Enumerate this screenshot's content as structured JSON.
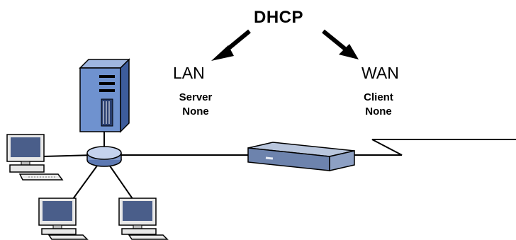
{
  "diagram": {
    "top_label": "DHCP",
    "lan": {
      "label": "LAN",
      "role": "Server",
      "status": "None"
    },
    "wan": {
      "label": "WAN",
      "role": "Client",
      "status": "None"
    }
  },
  "icons": {
    "server": "server-tower-icon",
    "hub": "network-hub-icon",
    "router": "router-device-icon",
    "computers": [
      "desktop-computer-icon",
      "desktop-computer-icon",
      "desktop-computer-icon"
    ]
  },
  "colors": {
    "line": "#000000",
    "server_blue": "#5a7fc0",
    "router_blue": "#7e92b8",
    "monitor_screen": "#4a5e8a",
    "beige": "#eeeeee"
  }
}
